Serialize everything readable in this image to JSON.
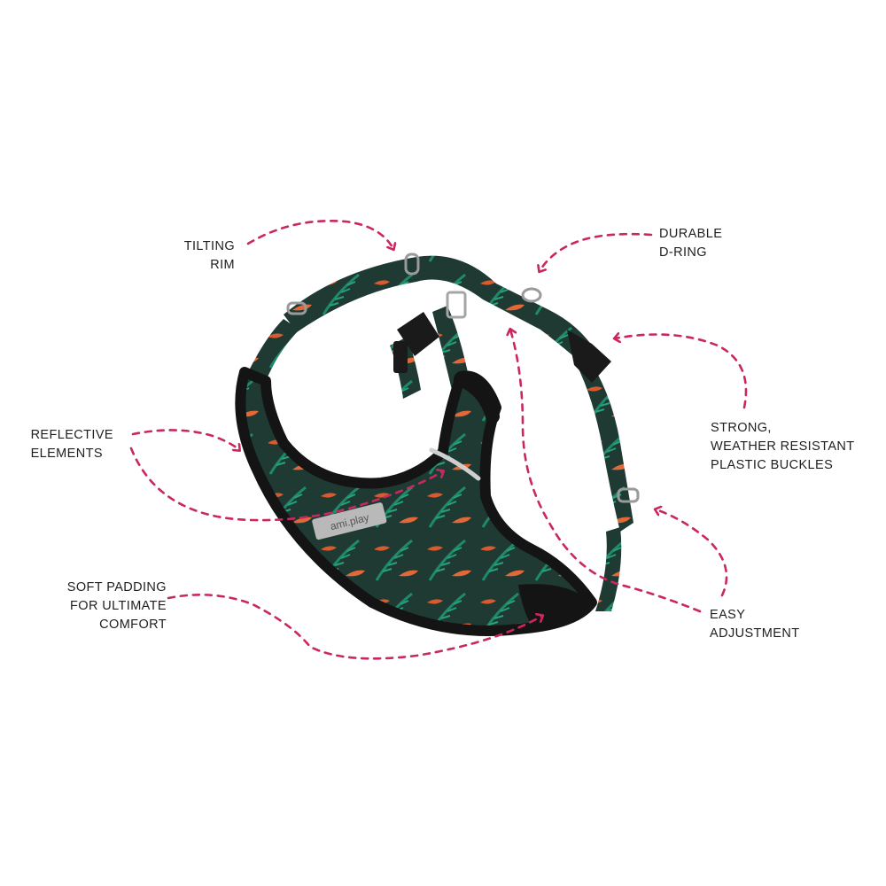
{
  "colors": {
    "arrow": "#c9285f",
    "strap_dark": "#1e3a33",
    "strap_green": "#1f6b57",
    "leaf_orange": "#e2683a",
    "padding_black": "#141414",
    "label_text": "#1f1f1f",
    "tag_grey": "#b9b9b9"
  },
  "callouts": {
    "tilting_rim": [
      "TILTING",
      "RIM"
    ],
    "durable_d_ring": [
      "DURABLE",
      "D-RING"
    ],
    "reflective_elements": [
      "REFLECTIVE",
      "ELEMENTS"
    ],
    "plastic_buckles": [
      "STRONG,",
      "WEATHER RESISTANT",
      "PLASTIC BUCKLES"
    ],
    "soft_padding": [
      "SOFT PADDING",
      "FOR ULTIMATE",
      "COMFORT"
    ],
    "easy_adjustment": [
      "EASY",
      "ADJUSTMENT"
    ]
  },
  "product": {
    "brand_tag": "ami.play"
  }
}
